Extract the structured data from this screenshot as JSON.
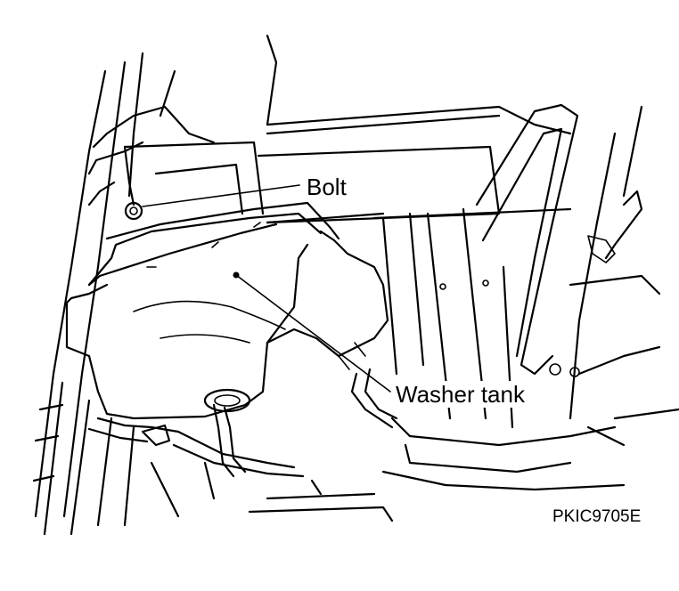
{
  "labels": {
    "bolt": "Bolt",
    "washer_tank": "Washer tank",
    "figure_code": "PKIC9705E"
  }
}
